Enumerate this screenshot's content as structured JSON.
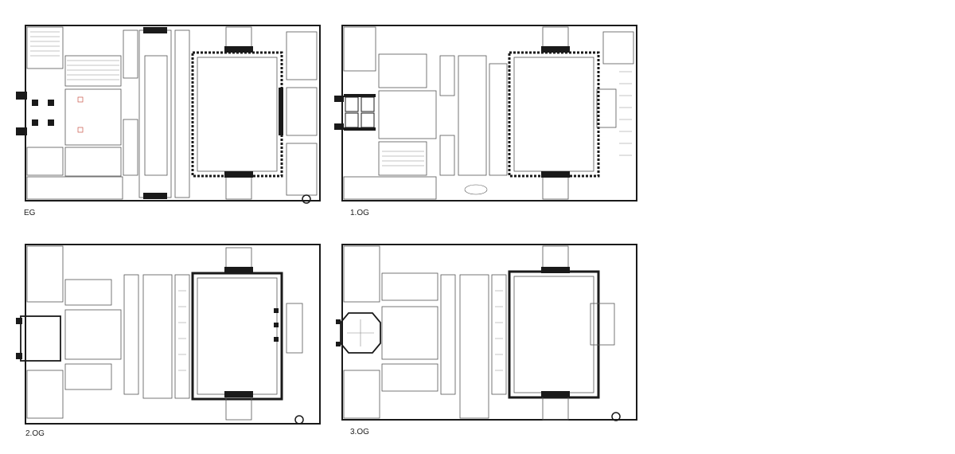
{
  "plans": [
    {
      "id": "eg",
      "label": "EG"
    },
    {
      "id": "1og",
      "label": "1.OG"
    },
    {
      "id": "2og",
      "label": "2.OG"
    },
    {
      "id": "3og",
      "label": "3.OG"
    }
  ],
  "colors": {
    "wall": "#1a1a1a",
    "line": "#555555",
    "fill": "#f4f4f4",
    "accent": "#c0392b"
  }
}
